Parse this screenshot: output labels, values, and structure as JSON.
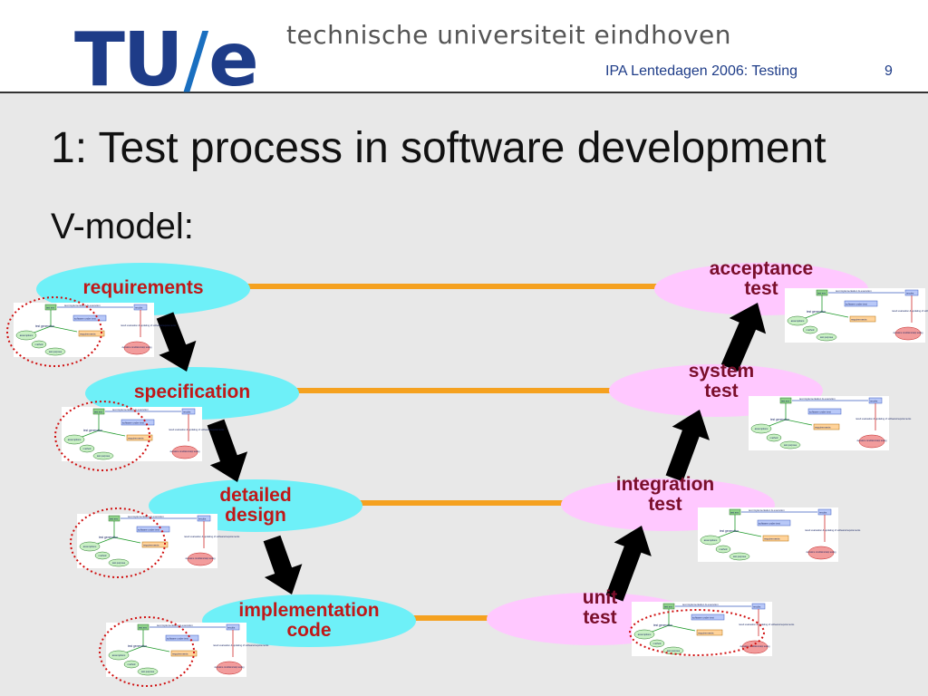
{
  "header": {
    "logo": {
      "part1": "TU",
      "slash": "/",
      "part2": "e"
    },
    "university_name": "technische universiteit eindhoven",
    "event": "IPA Lentedagen 2006: Testing",
    "slide_number": "9"
  },
  "slide": {
    "title": "1: Test process in software development",
    "subtitle": "V-model:"
  },
  "v_model": {
    "development_phases": [
      {
        "line1": "requirements",
        "line2": ""
      },
      {
        "line1": "specification",
        "line2": ""
      },
      {
        "line1": "detailed",
        "line2": "design"
      },
      {
        "line1": "implementation",
        "line2": "code"
      }
    ],
    "test_phases": [
      {
        "line1": "acceptance",
        "line2": "test"
      },
      {
        "line1": "system",
        "line2": "test"
      },
      {
        "line1": "integration",
        "line2": "test"
      },
      {
        "line1": "unit",
        "line2": "test"
      }
    ],
    "thumbnail_labels": {
      "test_env": "test env",
      "impl_exec": "test implementation & execution",
      "results": "results",
      "sut": "software under test",
      "test_generation": "test generation",
      "requirements": "requirements",
      "result_eval": "result evaluation & updating of software/requirements",
      "assumptions": "assumptions",
      "test_method": "method",
      "test_purpose": "test purpose",
      "decisions": "decisions conditions/stop testing"
    }
  },
  "colors": {
    "dev_ellipse": "#6ef0f8",
    "test_ellipse": "#ffc8ff",
    "connector": "#f5a11f",
    "arrow": "#000000",
    "dev_text": "#c01818",
    "test_text": "#7a0e2b",
    "highlight_circle": "#d01010"
  }
}
